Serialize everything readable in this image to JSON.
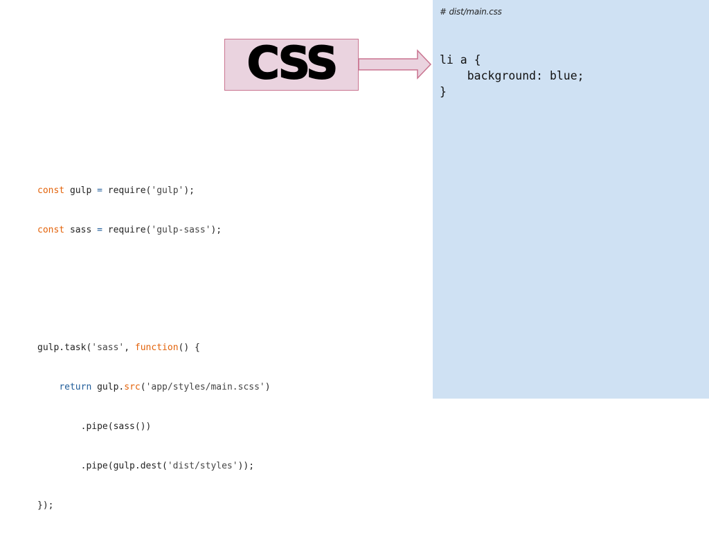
{
  "output": {
    "filename": "# dist/main.css",
    "code_lines": [
      "li a {",
      "    background: blue;",
      "}"
    ]
  },
  "label": {
    "text": "CSS"
  },
  "source": {
    "line1": [
      "const",
      " gulp ",
      "=",
      " require(",
      "'gulp'",
      ");"
    ],
    "line2": [
      "const",
      " sass ",
      "=",
      " require(",
      "'gulp-sass'",
      ");"
    ],
    "line3": [
      "gulp.task(",
      "'sass'",
      ", ",
      "function",
      "() {"
    ],
    "line4": [
      "    ",
      "return",
      " gulp.",
      "src",
      "(",
      "'app/styles/main.scss'",
      ")"
    ],
    "line5": "        .pipe(sass())",
    "line6": [
      "        .pipe(gulp.dest(",
      "'dist/styles'",
      "));"
    ],
    "line7": "});"
  },
  "colors": {
    "panel_bg": "#cfe1f3",
    "label_bg": "#ead3df",
    "label_border": "#c9738f",
    "keyword_orange": "#e36209",
    "keyword_blue": "#1f5c99"
  }
}
